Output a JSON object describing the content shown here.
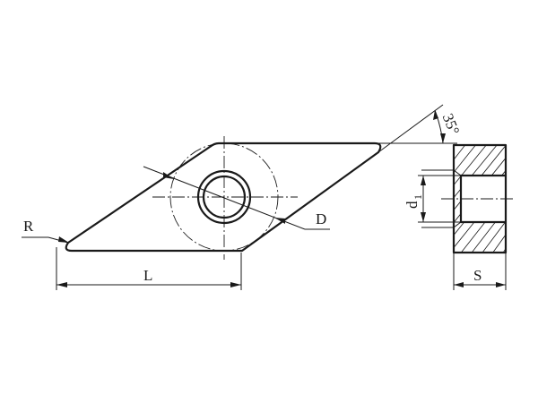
{
  "labels": {
    "radius": "R",
    "length": "L",
    "inscribed_diameter": "D",
    "angle": "35°",
    "hole_diameter_main": "d",
    "hole_diameter_sub": "1",
    "thickness": "S"
  },
  "colors": {
    "line": "#1a1a1a",
    "background": "#ffffff"
  }
}
